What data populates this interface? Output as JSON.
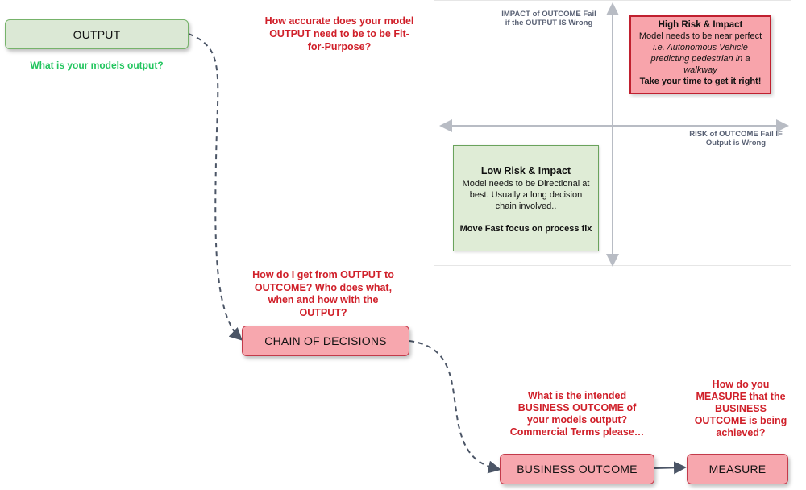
{
  "nodes": {
    "output": "OUTPUT",
    "chain": "CHAIN OF DECISIONS",
    "business": "BUSINESS OUTCOME",
    "measure": "MEASURE"
  },
  "questions": {
    "output_sub": "What is your models output?",
    "accuracy": [
      "How accurate does your model",
      "OUTPUT need to be to be Fit-",
      "for-Purpose?"
    ],
    "chain": [
      "How do I get from OUTPUT to",
      "OUTCOME?  Who does what,",
      "when and how with the",
      "OUTPUT?"
    ],
    "business": [
      "What is the intended",
      "BUSINESS OUTCOME of",
      "your models output?",
      "Commercial Terms please…"
    ],
    "measure": [
      "How do you",
      "MEASURE that the",
      "BUSINESS",
      "OUTCOME is being",
      "achieved?"
    ]
  },
  "matrix": {
    "y_axis_label": [
      "IMPACT of OUTCOME Fail",
      "if the OUTPUT IS Wrong"
    ],
    "x_axis_label": [
      "RISK of OUTCOME Fail IF",
      "Output is Wrong"
    ],
    "high": {
      "title": "High Risk & Impact",
      "line1": "Model needs to be near perfect",
      "example": [
        "i.e. Autonomous Vehicle",
        "predicting pedestrian in a",
        "walkway"
      ],
      "cta": "Take your time to get it right!"
    },
    "low": {
      "title": "Low  Risk & Impact",
      "body": [
        "Model needs to be Directional at",
        "best.  Usually a long decision",
        "chain involved.."
      ],
      "cta": "Move Fast focus on process fix"
    }
  },
  "colors": {
    "question_red": "#d0202a",
    "question_green": "#22c55e",
    "pink_fill": "#f7a7ae",
    "green_fill": "#dbe8d5",
    "connector": "#4b5566"
  }
}
